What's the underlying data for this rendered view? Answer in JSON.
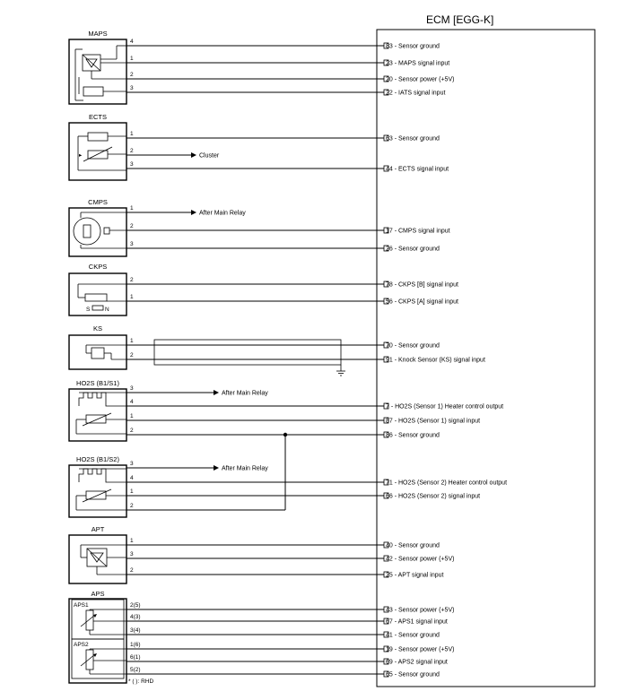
{
  "ecm": {
    "title": "ECM [EGG-K]"
  },
  "note": "* ( ): RHD",
  "sensors": [
    {
      "id": "maps",
      "name": "MAPS",
      "wires": [
        {
          "pin": "4",
          "ecm": "83 - Sensor ground"
        },
        {
          "pin": "1",
          "ecm": "23 - MAPS signal input"
        },
        {
          "pin": "2",
          "ecm": "20 - Sensor power (+5V)"
        },
        {
          "pin": "3",
          "ecm": "22 - IATS signal input"
        }
      ]
    },
    {
      "id": "ects",
      "name": "ECTS",
      "wires": [
        {
          "pin": "1",
          "ecm": "63 - Sensor ground"
        },
        {
          "pin": "2",
          "ext": "Cluster"
        },
        {
          "pin": "3",
          "ecm": "44 - ECTS signal input"
        }
      ]
    },
    {
      "id": "cmps",
      "name": "CMPS",
      "wires": [
        {
          "pin": "1",
          "ext": "After Main Relay"
        },
        {
          "pin": "2",
          "ecm": "17 - CMPS signal input"
        },
        {
          "pin": "3",
          "ecm": "26 - Sensor ground"
        }
      ]
    },
    {
      "id": "ckps",
      "name": "CKPS",
      "sub": {
        "s": "S",
        "n": "N"
      },
      "wires": [
        {
          "pin": "2",
          "ecm": "78 - CKPS [B] signal input"
        },
        {
          "pin": "1",
          "ecm": "56 - CKPS [A] signal input"
        }
      ]
    },
    {
      "id": "ks",
      "name": "KS",
      "wires": [
        {
          "pin": "1",
          "ecm": "70 - Sensor ground"
        },
        {
          "pin": "2",
          "ecm": "91 - Knock Sensor (KS) signal input"
        }
      ]
    },
    {
      "id": "ho2s1",
      "name": "HO2S (B1/S1)",
      "wires": [
        {
          "pin": "3",
          "ext": "After Main Relay"
        },
        {
          "pin": "4",
          "ecm": "7 - HO2S (Sensor 1) Heater control output"
        },
        {
          "pin": "1",
          "ecm": "87 - HO2S (Sensor 1) signal input"
        },
        {
          "pin": "2",
          "ecm": "86 - Sensor ground"
        }
      ]
    },
    {
      "id": "ho2s2",
      "name": "HO2S (B1/S2)",
      "wires": [
        {
          "pin": "3",
          "ext": "After Main Relay"
        },
        {
          "pin": "4",
          "ecm": "71 - HO2S (Sensor 2) Heater control output"
        },
        {
          "pin": "1",
          "ecm": "66 - HO2S (Sensor 2) signal input"
        },
        {
          "pin": "2"
        }
      ]
    },
    {
      "id": "apt",
      "name": "APT",
      "wires": [
        {
          "pin": "1",
          "ecm": "40 - Sensor ground"
        },
        {
          "pin": "3",
          "ecm": "42 - Sensor power (+5V)"
        },
        {
          "pin": "2",
          "ecm": "25 - APT signal input"
        }
      ]
    },
    {
      "id": "aps",
      "name": "APS",
      "subs": [
        "APS1",
        "APS2"
      ],
      "wires": [
        {
          "pin": "2(5)",
          "ecm": "43 - Sensor power (+5V)"
        },
        {
          "pin": "4(3)",
          "ecm": "67 - APS1 signal input"
        },
        {
          "pin": "3(4)",
          "ecm": "41 - Sensor ground"
        },
        {
          "pin": "1(6)",
          "ecm": "19 - Sensor power (+5V)"
        },
        {
          "pin": "6(1)",
          "ecm": "69 - APS2 signal input"
        },
        {
          "pin": "5(2)",
          "ecm": "65 - Sensor ground"
        }
      ]
    }
  ]
}
